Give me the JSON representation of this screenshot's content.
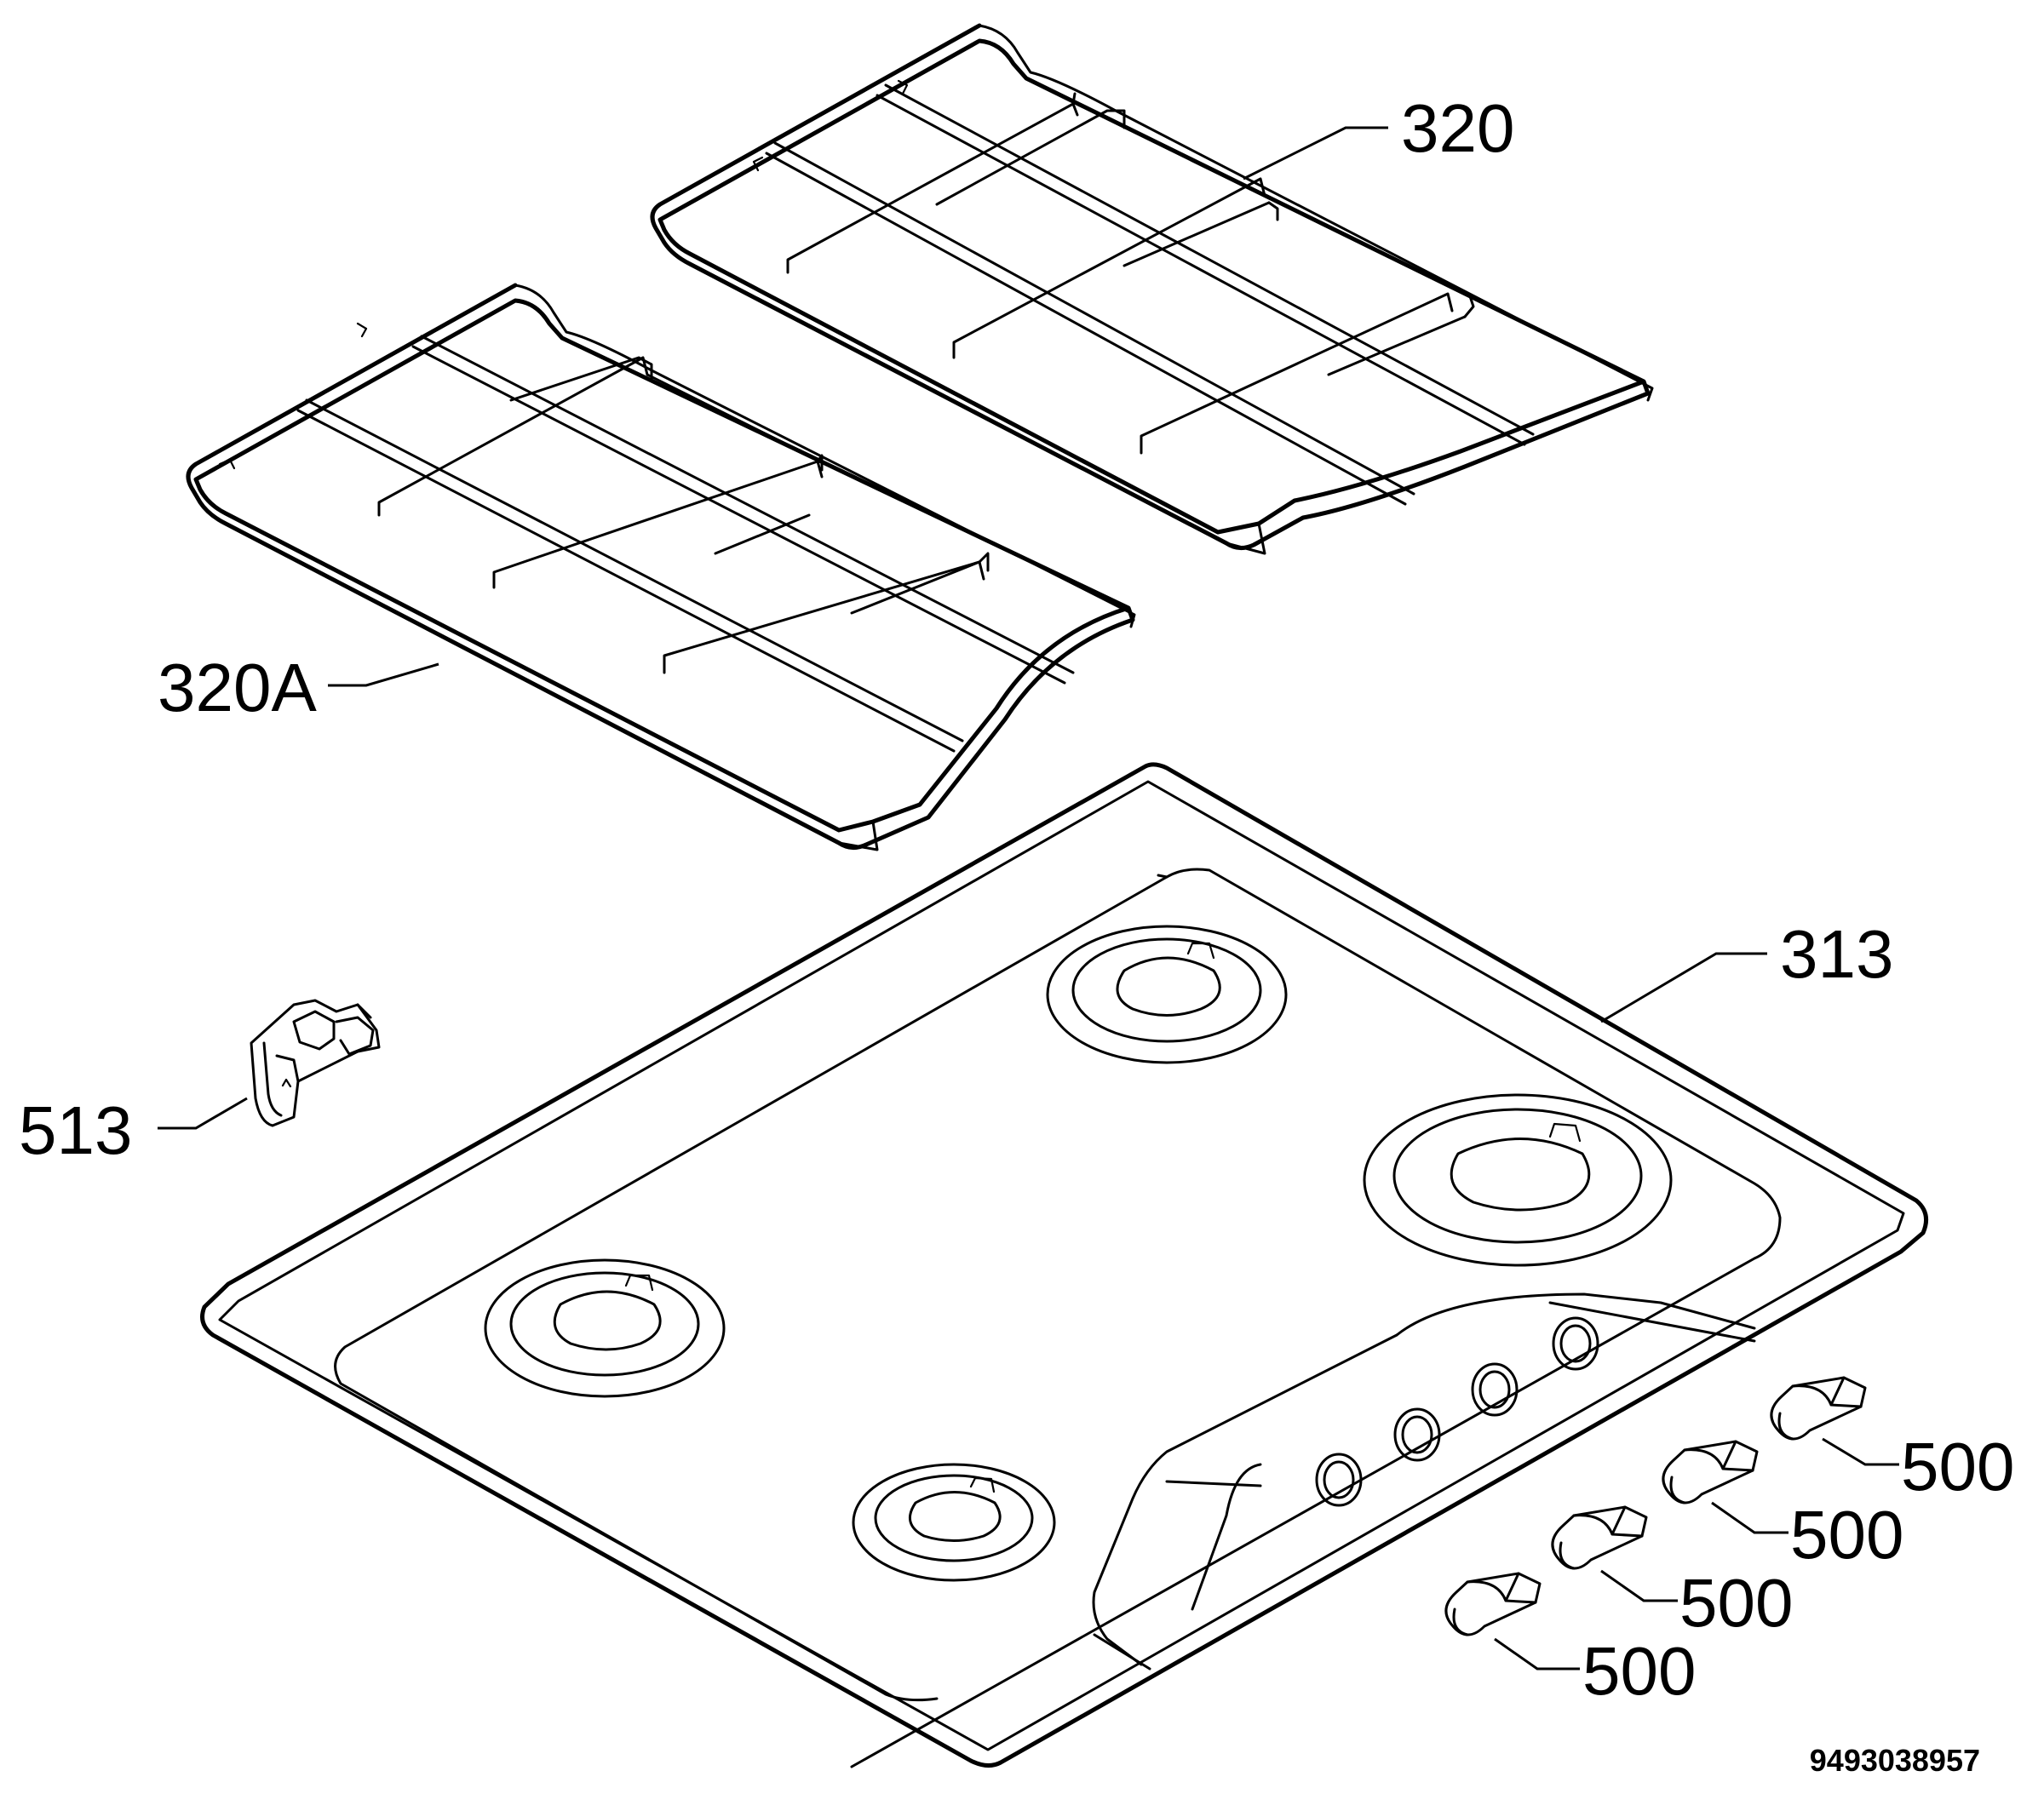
{
  "labels": {
    "grid_right": "320",
    "grid_left": "320A",
    "hob_top": "313",
    "bracket": "513",
    "knob_1": "500",
    "knob_2": "500",
    "knob_3": "500",
    "knob_4": "500"
  },
  "document_number": "9493038957"
}
